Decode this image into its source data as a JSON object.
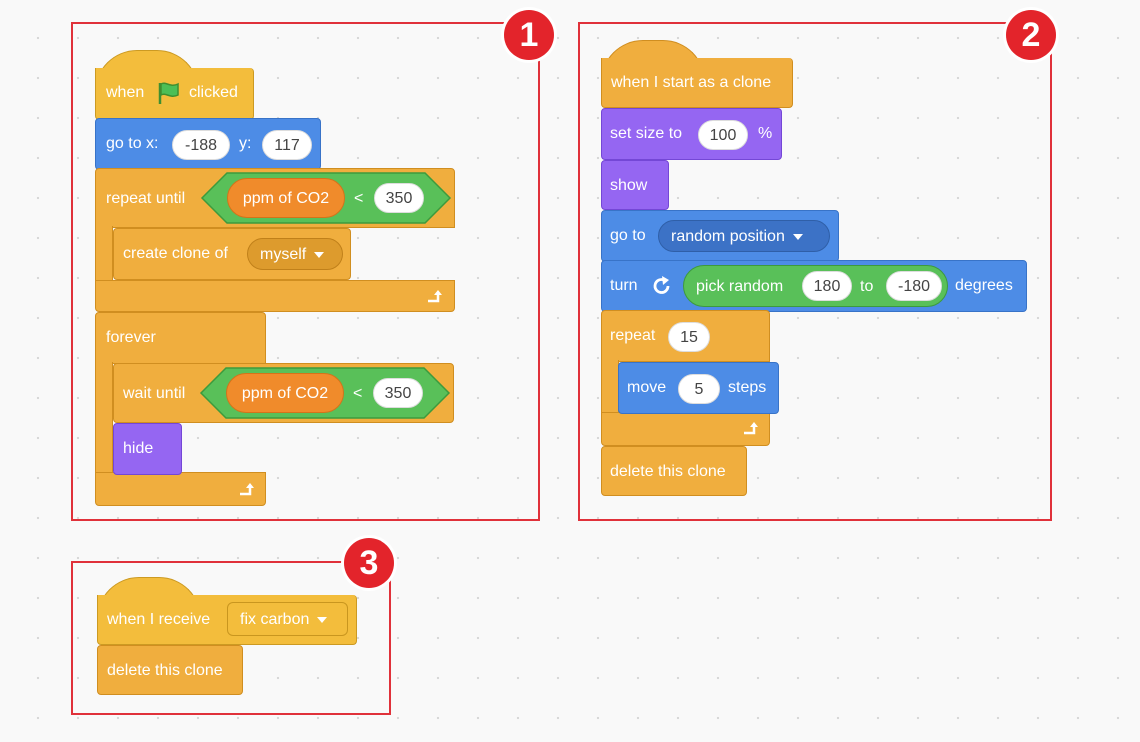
{
  "badges": [
    "1",
    "2",
    "3"
  ],
  "script1": {
    "hat": {
      "label_pre": "when",
      "flag_icon": "green-flag-icon",
      "label_post": "clicked"
    },
    "goto": {
      "label_x": "go to x:",
      "x_value": "-188",
      "label_y": "y:",
      "y_value": "117"
    },
    "repeat_until": {
      "label": "repeat until",
      "reporter": "ppm of CO2",
      "operator": "<",
      "value": "350"
    },
    "create_clone": {
      "label": "create clone of",
      "target": "myself"
    },
    "forever": {
      "label": "forever"
    },
    "wait_until": {
      "label": "wait until",
      "reporter": "ppm of CO2",
      "operator": "<",
      "value": "350"
    },
    "hide": {
      "label": "hide"
    }
  },
  "script2": {
    "hat": {
      "label": "when I start as a clone"
    },
    "set_size": {
      "label": "set size to",
      "value": "100",
      "unit": "%"
    },
    "show": {
      "label": "show"
    },
    "goto": {
      "label": "go to",
      "target": "random position"
    },
    "turn": {
      "label": "turn",
      "icon": "rotate-clockwise-icon",
      "pick_label": "pick random",
      "from": "180",
      "to_label": "to",
      "to": "-180",
      "unit": "degrees"
    },
    "repeat": {
      "label": "repeat",
      "value": "15"
    },
    "move": {
      "label": "move",
      "value": "5",
      "unit": "steps"
    },
    "delete": {
      "label": "delete this clone"
    }
  },
  "script3": {
    "hat": {
      "label": "when I receive",
      "message": "fix carbon"
    },
    "delete": {
      "label": "delete this clone"
    }
  },
  "colors": {
    "events": "#f3bd3c",
    "control": "#f0ae3e",
    "motion": "#4d8ce6",
    "looks": "#9566f2",
    "operators": "#59c059",
    "sensing_reporter": "#f08b2b",
    "frame": "#e0313a"
  }
}
